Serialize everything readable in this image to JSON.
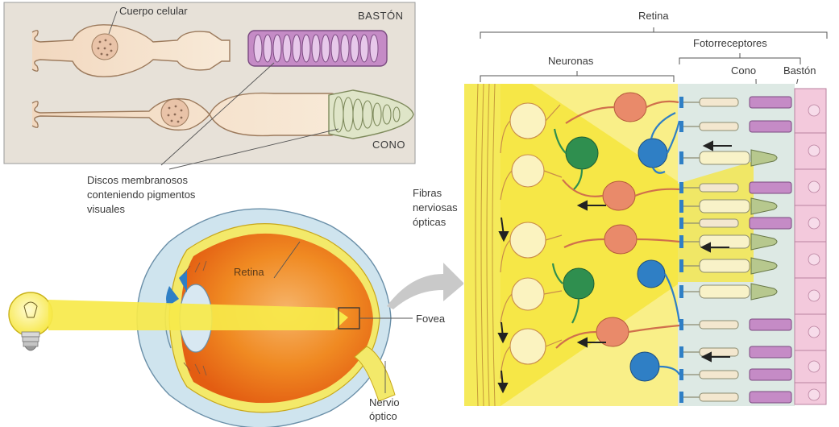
{
  "top_panel": {
    "cell_body_label": "Cuerpo celular",
    "rod_label": "BASTÓN",
    "cone_label": "CONO",
    "discs_label_line1": "Discos membranosos",
    "discs_label_line2": "conteniendo pigmentos",
    "discs_label_line3": "visuales"
  },
  "eye": {
    "retina_label": "Retina",
    "fovea_label": "Fovea",
    "optic_nerve_line1": "Nervio",
    "optic_nerve_line2": "óptico"
  },
  "retina_section": {
    "retina_label": "Retina",
    "photoreceptors_label": "Fotorreceptores",
    "neurons_label": "Neuronas",
    "cone_label": "Cono",
    "rod_label": "Bastón",
    "fibers_line1": "Fibras",
    "fibers_line2": "nerviosas",
    "fibers_line3": "ópticas"
  },
  "colors": {
    "panel_bg": "#e7e1d8",
    "rod_pigment": "#c58bc6",
    "cone_pigment": "#dfe5c8",
    "light_beam": "#f7e94a",
    "eye_orange": "#f08a22",
    "neuron_orange": "#e98a6a",
    "bipolar_green": "#2f8f4f",
    "bipolar_blue": "#2f7fc5",
    "epithelium_pink": "#f3c9dc"
  }
}
